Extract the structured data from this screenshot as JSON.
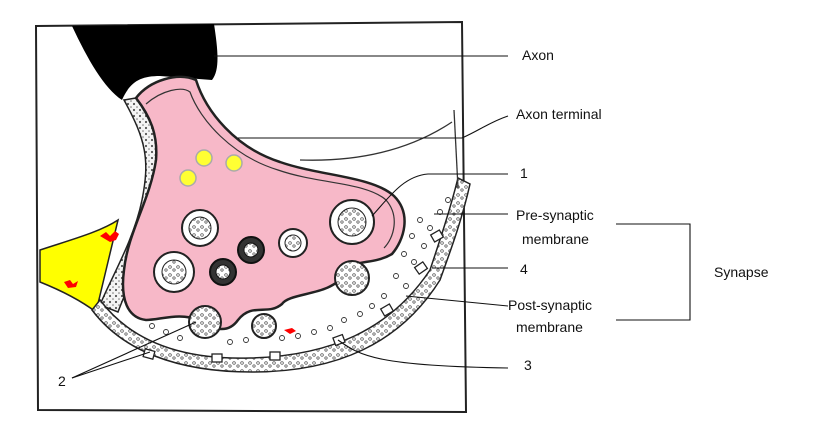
{
  "labels": {
    "axon": "Axon",
    "axon_terminal": "Axon terminal",
    "n1": "1",
    "presynaptic_line1": "Pre-synaptic",
    "presynaptic_line2": "membrane",
    "n4": "4",
    "postsynaptic_line1": "Post-synaptic",
    "postsynaptic_line2": "membrane",
    "n3": "3",
    "n2": "2",
    "synapse": "Synapse"
  },
  "colors": {
    "terminal_fill": "#f7b8c8",
    "axon_fill": "#000000",
    "small_vesicle": "#ffff33",
    "glia_fill": "#ffff00",
    "receptor_patch": "#ff0000",
    "outline": "#222222"
  }
}
